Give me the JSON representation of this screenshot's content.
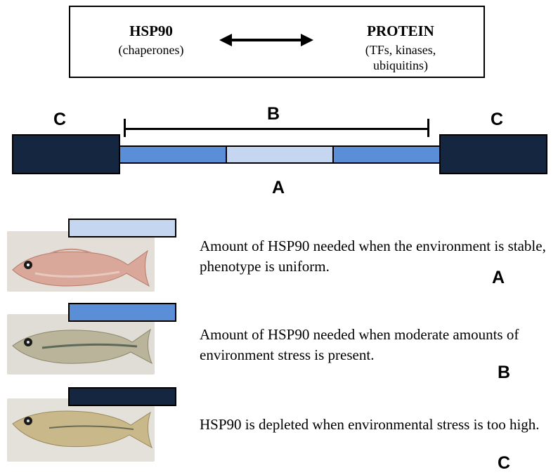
{
  "interaction": {
    "left_title": "HSP90",
    "left_subtitle": "(chaperones)",
    "right_title": "PROTEIN",
    "right_subtitle_line1": "(TFs, kinases,",
    "right_subtitle_line2": "ubiquitins)"
  },
  "bar_diagram": {
    "label_c_left": "C",
    "label_b": "B",
    "label_c_right": "C",
    "label_a": "A"
  },
  "rows": [
    {
      "description": "Amount of HSP90 needed when the environment is stable, phenotype is uniform.",
      "letter": "A"
    },
    {
      "description": "Amount of HSP90 needed when moderate amounts of environment stress is present.",
      "letter": "B"
    },
    {
      "description": "HSP90 is depleted when environmental stress is too high.",
      "letter": "C"
    }
  ],
  "colors": {
    "dark_navy": "#152640",
    "medium_blue": "#5a8ed6",
    "light_blue": "#c5d7f0"
  }
}
